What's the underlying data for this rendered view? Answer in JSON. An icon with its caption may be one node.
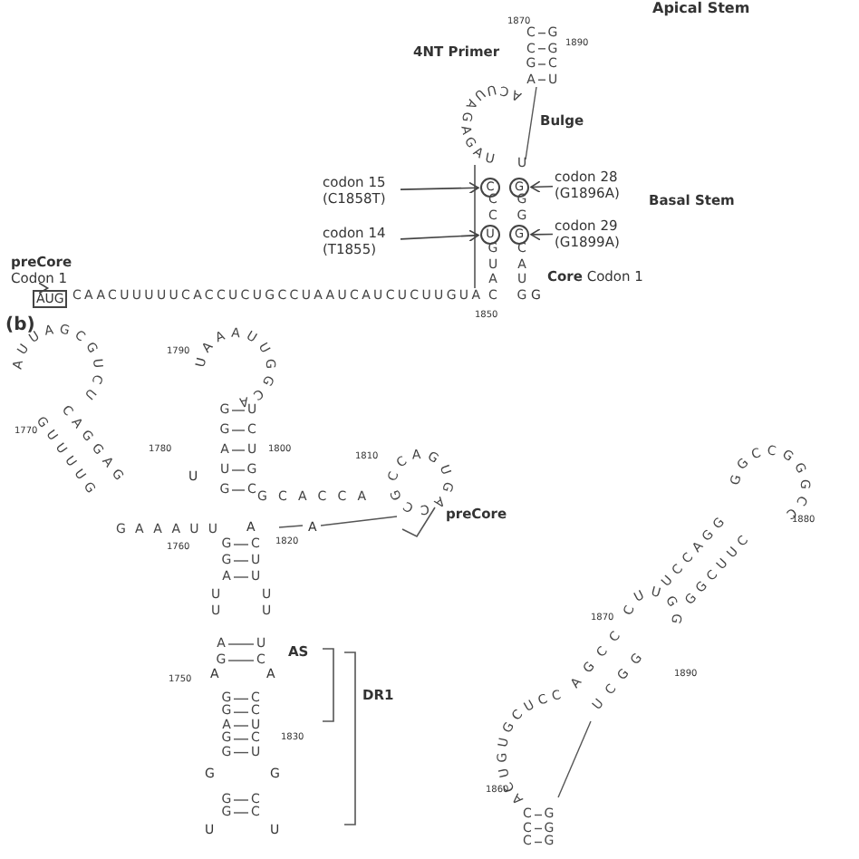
{
  "diagram": {
    "nodes": [
      {
        "text": [
          "codon 15 (C1858T)"
        ]
      },
      {
        "text": [
          "C"
        ]
      },
      {
        "text": [
          "G"
        ]
      },
      {
        "text": [
          "codon 28 (G1896A)"
        ]
      },
      {
        "text": [
          "codon 14 (T1855)"
        ]
      },
      {
        "text": [
          "U"
        ]
      },
      {
        "text": [
          "G"
        ]
      },
      {
        "text": [
          "codon 29 (G1899A)"
        ]
      },
      {
        "text": [
          "**preCore** Codon 1"
        ]
      },
      {
        "text": [
          "AUG"
        ]
      }
    ],
    "edges": [
      {
        "from": 0,
        "to": 1,
        "arrow": "to"
      },
      {
        "from": 3,
        "to": 2,
        "arrow": "to"
      },
      {
        "from": 4,
        "to": 5,
        "arrow": "to"
      },
      {
        "from": 7,
        "to": 6,
        "arrow": "to"
      },
      {
        "from": 8,
        "to": 9,
        "arrow": "to"
      }
    ],
    "labels": [
      "Apical Stem",
      "1870",
      "1890",
      "4NT Primer",
      "Bulge",
      "Basal Stem",
      "**Core** Codon 1",
      "1850",
      "CCGA",
      "GGCU",
      "ACUUAGAGAUGUCA",
      "CC",
      "GUAC",
      "U",
      "GG",
      "CAUG",
      "CAACUUUUUCACCUCUGCCUAAUCAUCUCUUGUA",
      "G",
      "(b)",
      "1790",
      "1800",
      "1770",
      "1780",
      "1810",
      "1760",
      "1820",
      "1750",
      "1830",
      "1870",
      "1890",
      "1860",
      "1880",
      "preCore",
      "AS",
      "DR1",
      "UAAAUUGGCA",
      "GGAUG",
      "UCUGC",
      "U",
      "GCACCA",
      "CCAGUGACCG",
      "AUUAGCGUCU",
      "GUUUUG",
      "CAGGAG",
      "GAAAUU",
      "A",
      "A",
      "GGA",
      "CUU",
      "UU",
      "UU",
      "AG",
      "UC",
      "A",
      "A",
      "GGAGG",
      "CCUCU",
      "G",
      "G",
      "GG",
      "CC",
      "U",
      "U",
      "CCC",
      "GGG",
      "ACUGUGCUCC",
      "AGCC",
      "UCGG",
      "CUUGG",
      "UCCAGG",
      "GGCUUC",
      "GGCCGGGCC"
    ]
  }
}
